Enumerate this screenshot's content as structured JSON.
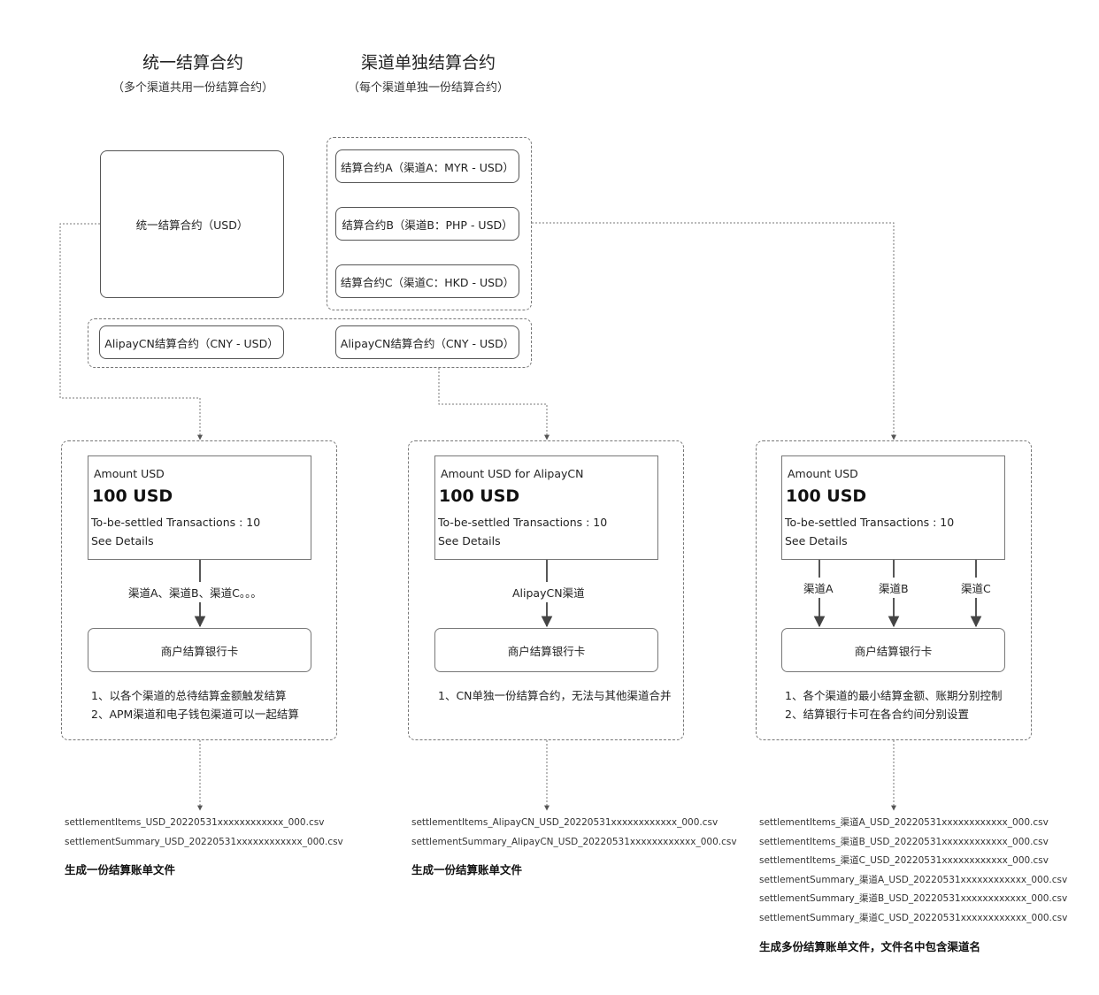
{
  "headers": {
    "unified": {
      "title": "统一结算合约",
      "subtitle": "（多个渠道共用一份结算合约）"
    },
    "separate": {
      "title": "渠道单独结算合约",
      "subtitle": "（每个渠道单独一份结算合约）"
    }
  },
  "contracts": {
    "unified": "统一结算合约（USD）",
    "channel_a": "结算合约A（渠道A：MYR - USD）",
    "channel_b": "结算合约B（渠道B：PHP - USD）",
    "channel_c": "结算合约C（渠道C：HKD - USD）",
    "alipaycn_left": "AlipayCN结算合约（CNY - USD）",
    "alipaycn_right": "AlipayCN结算合约（CNY - USD）"
  },
  "panels": [
    {
      "amount_label": "Amount USD",
      "amount": "100 USD",
      "transactions": "To-be-settled Transactions : 10",
      "details": "See Details",
      "channels": [
        "渠道A、渠道B、渠道C。。。"
      ],
      "bank": "商户结算银行卡",
      "notes": [
        "1、以各个渠道的总待结算金额触发结算",
        "2、APM渠道和电子钱包渠道可以一起结算"
      ],
      "files": [
        "settlementItems_USD_20220531xxxxxxxxxxxx_000.csv",
        "settlementSummary_USD_20220531xxxxxxxxxxxx_000.csv"
      ],
      "summary": "生成一份结算账单文件"
    },
    {
      "amount_label": "Amount USD for AlipayCN",
      "amount": "100 USD",
      "transactions": "To-be-settled Transactions : 10",
      "details": "See Details",
      "channels": [
        "AlipayCN渠道"
      ],
      "bank": "商户结算银行卡",
      "notes": [
        "1、CN单独一份结算合约，无法与其他渠道合并"
      ],
      "files": [
        "settlementItems_AlipayCN_USD_20220531xxxxxxxxxxxx_000.csv",
        "settlementSummary_AlipayCN_USD_20220531xxxxxxxxxxxx_000.csv"
      ],
      "summary": "生成一份结算账单文件"
    },
    {
      "amount_label": "Amount USD",
      "amount": "100 USD",
      "transactions": "To-be-settled Transactions : 10",
      "details": "See Details",
      "channels": [
        "渠道A",
        "渠道B",
        "渠道C"
      ],
      "bank": "商户结算银行卡",
      "notes": [
        "1、各个渠道的最小结算金额、账期分别控制",
        "2、结算银行卡可在各合约间分别设置"
      ],
      "files": [
        "settlementItems_渠道A_USD_20220531xxxxxxxxxxxx_000.csv",
        "settlementItems_渠道B_USD_20220531xxxxxxxxxxxx_000.csv",
        "settlementItems_渠道C_USD_20220531xxxxxxxxxxxx_000.csv",
        "settlementSummary_渠道A_USD_20220531xxxxxxxxxxxx_000.csv",
        "settlementSummary_渠道B_USD_20220531xxxxxxxxxxxx_000.csv",
        "settlementSummary_渠道C_USD_20220531xxxxxxxxxxxx_000.csv"
      ],
      "summary": "生成多份结算账单文件，文件名中包含渠道名"
    }
  ]
}
